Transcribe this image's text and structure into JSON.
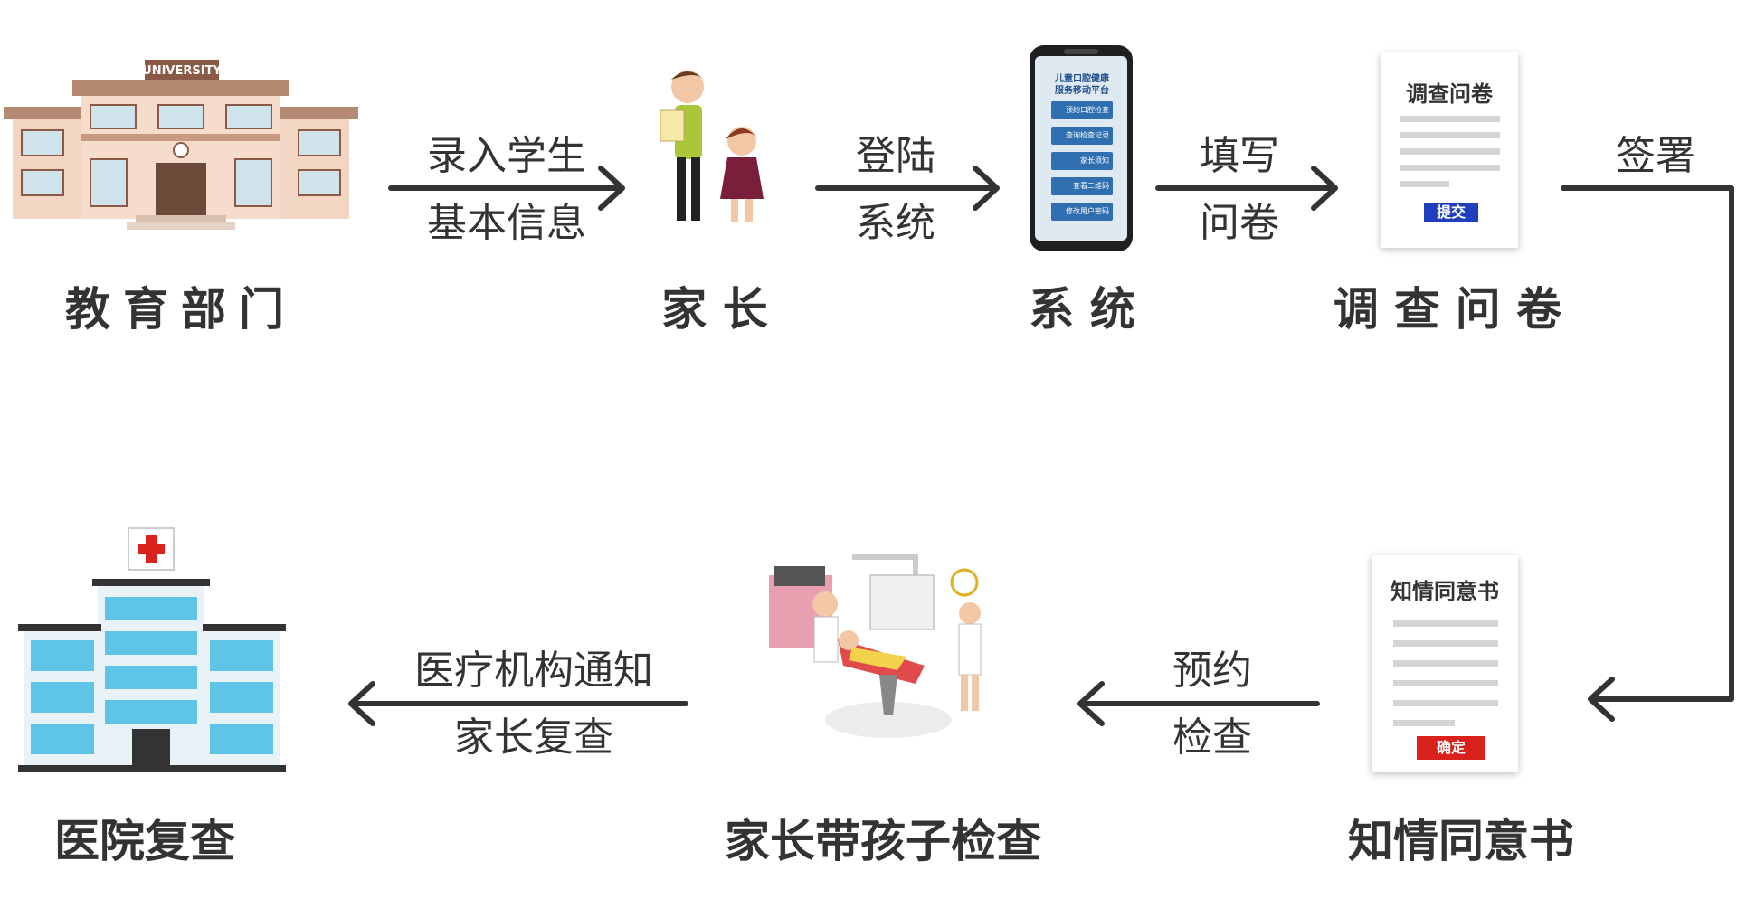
{
  "nodes": {
    "edu_dept": "教育部门",
    "parent": "家 长",
    "system": "系 统",
    "survey": "调 查 问 卷",
    "consent": "知情同意书",
    "checkup": "家长带孩子检查",
    "hospital": "医院复查"
  },
  "edges": {
    "e1": {
      "line1": "录入学生",
      "line2": "基本信息"
    },
    "e2": {
      "line1": "登陆",
      "line2": "系统"
    },
    "e3": {
      "line1": "填写",
      "line2": "问卷"
    },
    "e4": {
      "line1": "签署"
    },
    "e5": {
      "line1": "预约",
      "line2": "检查"
    },
    "e6": {
      "line1": "医疗机构通知",
      "line2": "家长复查"
    }
  },
  "illustrations": {
    "school_sign": "UNIVERSITY",
    "survey_doc": {
      "title": "调查问卷",
      "button": "提交"
    },
    "consent_doc": {
      "title": "知情同意书",
      "button": "确定"
    },
    "phone": {
      "title_line1": "儿童口腔健康",
      "title_line2": "服务移动平台",
      "menu": [
        "预约口腔检查",
        "查询检查记录",
        "家长须知",
        "查看二维码",
        "修改用户密码"
      ]
    }
  },
  "colors": {
    "arrow": "#333333",
    "submit_button": "#1f3fbf",
    "confirm_button": "#d9221c",
    "hospital_cross": "#d9221c"
  }
}
